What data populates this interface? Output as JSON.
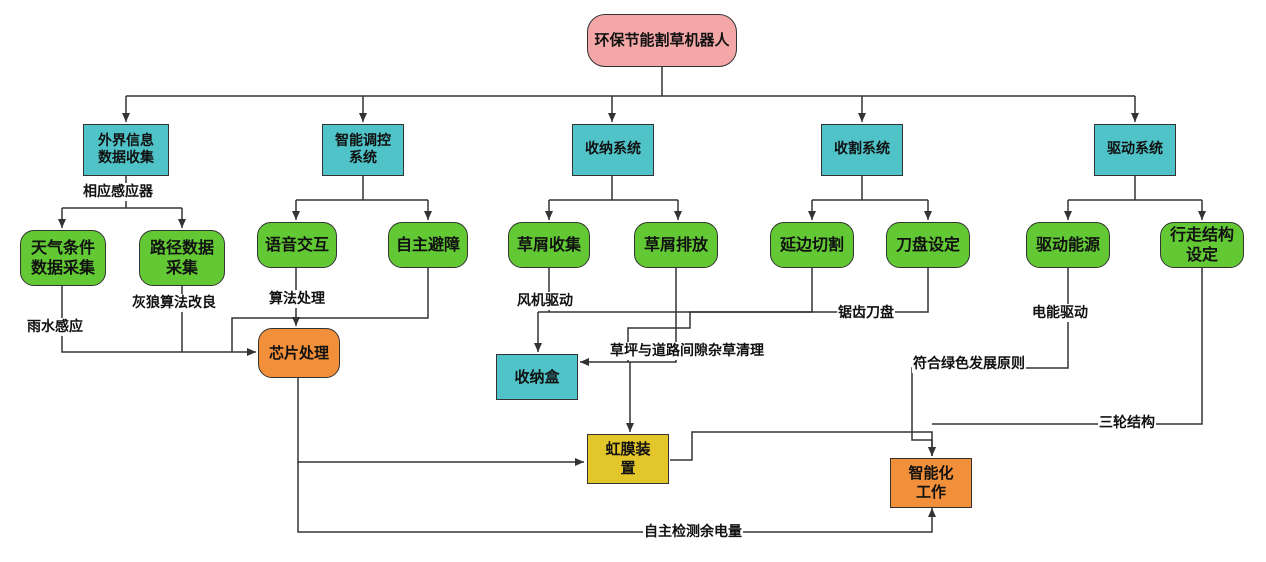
{
  "diagram": {
    "root": "环保节能割草机器人",
    "categories": {
      "external": "外界信息\n数据收集",
      "control": "智能调控\n系统",
      "storage": "收纳系统",
      "cutting": "收割系统",
      "drive": "驱动系统"
    },
    "subsystems": {
      "weather": "天气条件\n数据采集",
      "path": "路径数据\n采集",
      "voice": "语音交互",
      "avoid": "自主避障",
      "collect": "草屑收集",
      "discharge": "草屑排放",
      "edge_cut": "延边切割",
      "blade": "刀盘设定",
      "power": "驱动能源",
      "walk": "行走结构\n设定"
    },
    "outputs": {
      "chip": "芯片处理",
      "box": "收纳盒",
      "rainbow": "虹膜装\n置",
      "smart": "智能化\n工作"
    },
    "labels": {
      "sensor": "相应感应器",
      "rain": "雨水感应",
      "wolf": "灰狼算法改良",
      "algo": "算法处理",
      "fan": "风机驱动",
      "saw": "锯齿刀盘",
      "gap": "草坪与道路间隙杂草清理",
      "electric": "电能驱动",
      "green_dev": "符合绿色发展原则",
      "three_wheel": "三轮结构",
      "battery": "自主检测余电量"
    }
  }
}
